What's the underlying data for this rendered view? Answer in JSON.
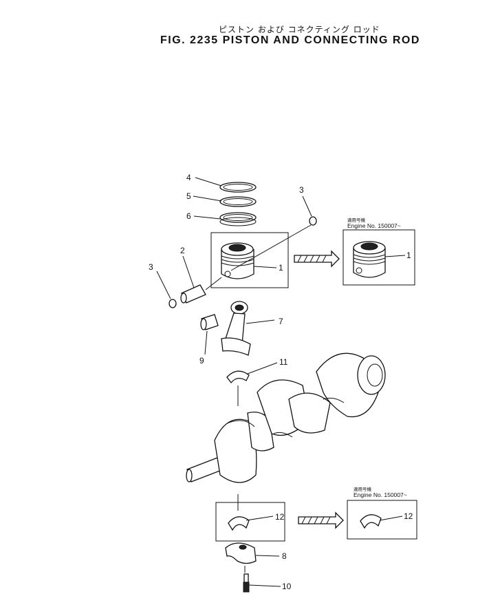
{
  "title": {
    "japanese": "ピストン および コネクティング ロッド",
    "english": "FIG. 2235  PISTON AND CONNECTING ROD"
  },
  "callouts": {
    "piston": "1",
    "piston_pin": "2",
    "snap_ring_right": "3",
    "snap_ring_left": "3",
    "ring_top": "4",
    "ring_second": "5",
    "ring_oil": "6",
    "connecting_rod": "7",
    "bearing_cap": "8",
    "bushing": "9",
    "bolt": "10",
    "upper_bearing": "11",
    "lower_bearing": "12",
    "piston_alt": "1",
    "lower_bearing_alt": "12"
  },
  "alt_boxes": {
    "piston_applicable_jp": "適用号機",
    "piston_engine_no": "Engine No. 150007~",
    "bearing_applicable_jp": "適用号機",
    "bearing_engine_no": "Engine No. 150007~"
  }
}
